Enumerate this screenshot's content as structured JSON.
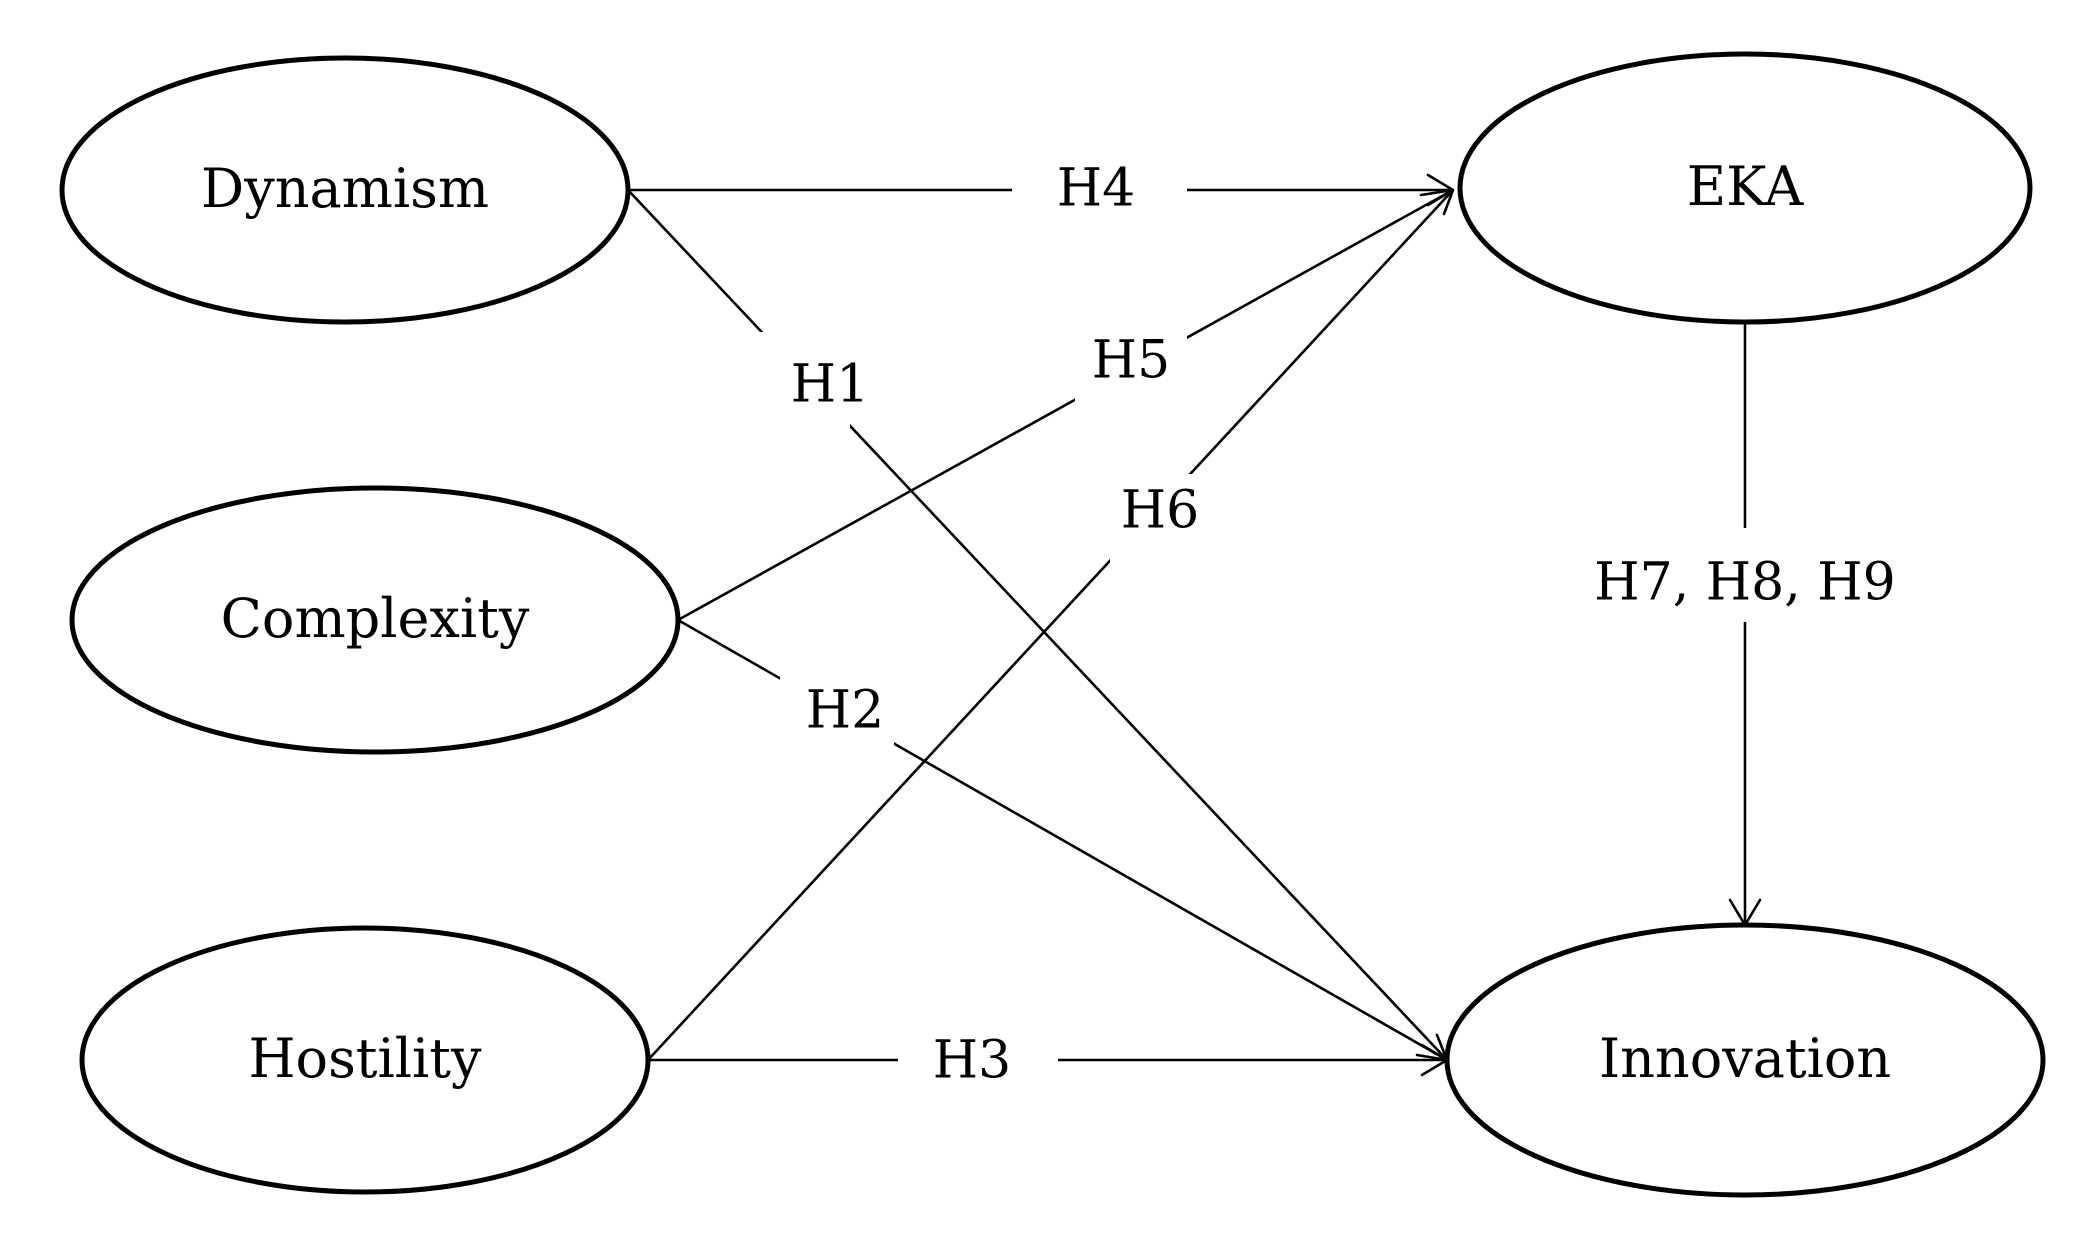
{
  "diagram": {
    "nodes": {
      "dynamism": "Dynamism",
      "complexity": "Complexity",
      "hostility": "Hostility",
      "eka": "EKA",
      "innovation": "Innovation"
    },
    "edges": {
      "h1": "H1",
      "h2": "H2",
      "h3": "H3",
      "h4": "H4",
      "h5": "H5",
      "h6": "H6",
      "h789": "H7, H8, H9"
    }
  }
}
